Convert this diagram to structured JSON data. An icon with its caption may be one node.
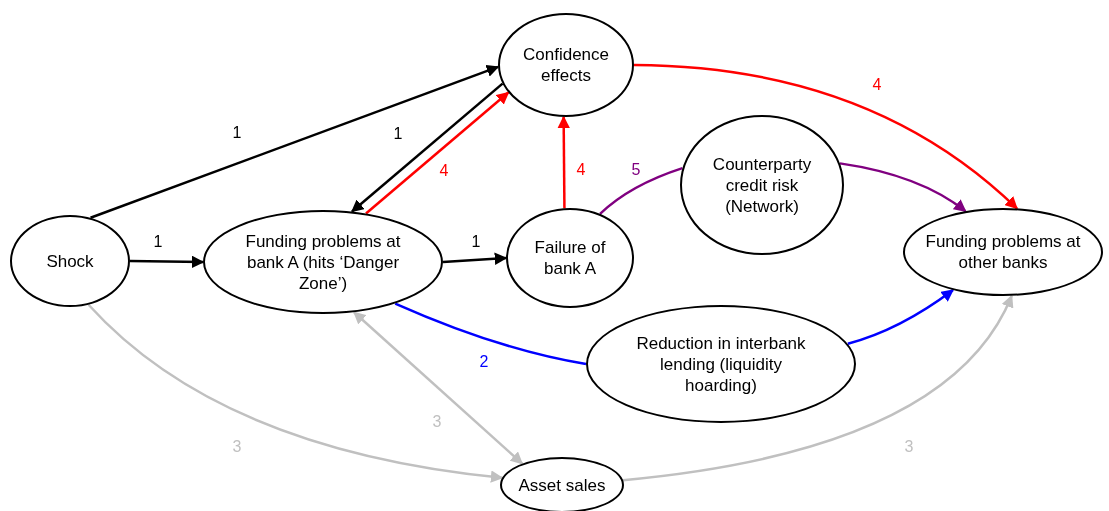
{
  "diagram": {
    "nodes": [
      {
        "text": [
          "Confidence effects"
        ]
      },
      {
        "text": [
          "Shock"
        ]
      },
      {
        "text": [
          "Funding problems at bank A (hits ‘Danger Zone’)"
        ]
      },
      {
        "text": [
          "Failure of bank A"
        ]
      },
      {
        "text": [
          "Counterparty credit risk (Network)"
        ]
      },
      {
        "text": [
          "Funding problems at other banks"
        ]
      },
      {
        "text": [
          "Reduction in interbank lending (liquidity hoarding)"
        ]
      },
      {
        "text": [
          "Asset sales"
        ]
      }
    ],
    "edges": [
      {
        "from": 1,
        "to": 0,
        "arrow": "to",
        "label": "1"
      },
      {
        "from": 0,
        "to": 2,
        "arrow": "to",
        "label": "1"
      },
      {
        "from": 2,
        "to": 0,
        "arrow": "to",
        "label": "4",
        "color": "#ff0000"
      },
      {
        "from": 3,
        "to": 0,
        "arrow": "to",
        "label": "4",
        "color": "#ff0000"
      },
      {
        "from": 0,
        "to": 5,
        "arrow": "to",
        "label": "4",
        "color": "#ff0000"
      },
      {
        "from": 1,
        "to": 2,
        "arrow": "to",
        "label": "1"
      },
      {
        "from": 2,
        "to": 3,
        "arrow": "to",
        "label": "1"
      },
      {
        "from": 3,
        "to": 4,
        "arrow": "none",
        "label": "5",
        "color": "#800080"
      },
      {
        "from": 4,
        "to": 5,
        "arrow": "to",
        "color": "#800080"
      },
      {
        "from": 2,
        "to": 6,
        "arrow": "none",
        "label": "2",
        "color": "#0000ff"
      },
      {
        "from": 6,
        "to": 5,
        "arrow": "to",
        "color": "#0000ff"
      },
      {
        "from": 1,
        "to": 7,
        "arrow": "to",
        "label": "3",
        "color": "#c0c0c0"
      },
      {
        "from": 2,
        "to": 7,
        "arrow": "both",
        "label": "3",
        "color": "#c0c0c0"
      },
      {
        "from": 7,
        "to": 5,
        "arrow": "to",
        "label": "3",
        "color": "#c0c0c0"
      }
    ]
  }
}
